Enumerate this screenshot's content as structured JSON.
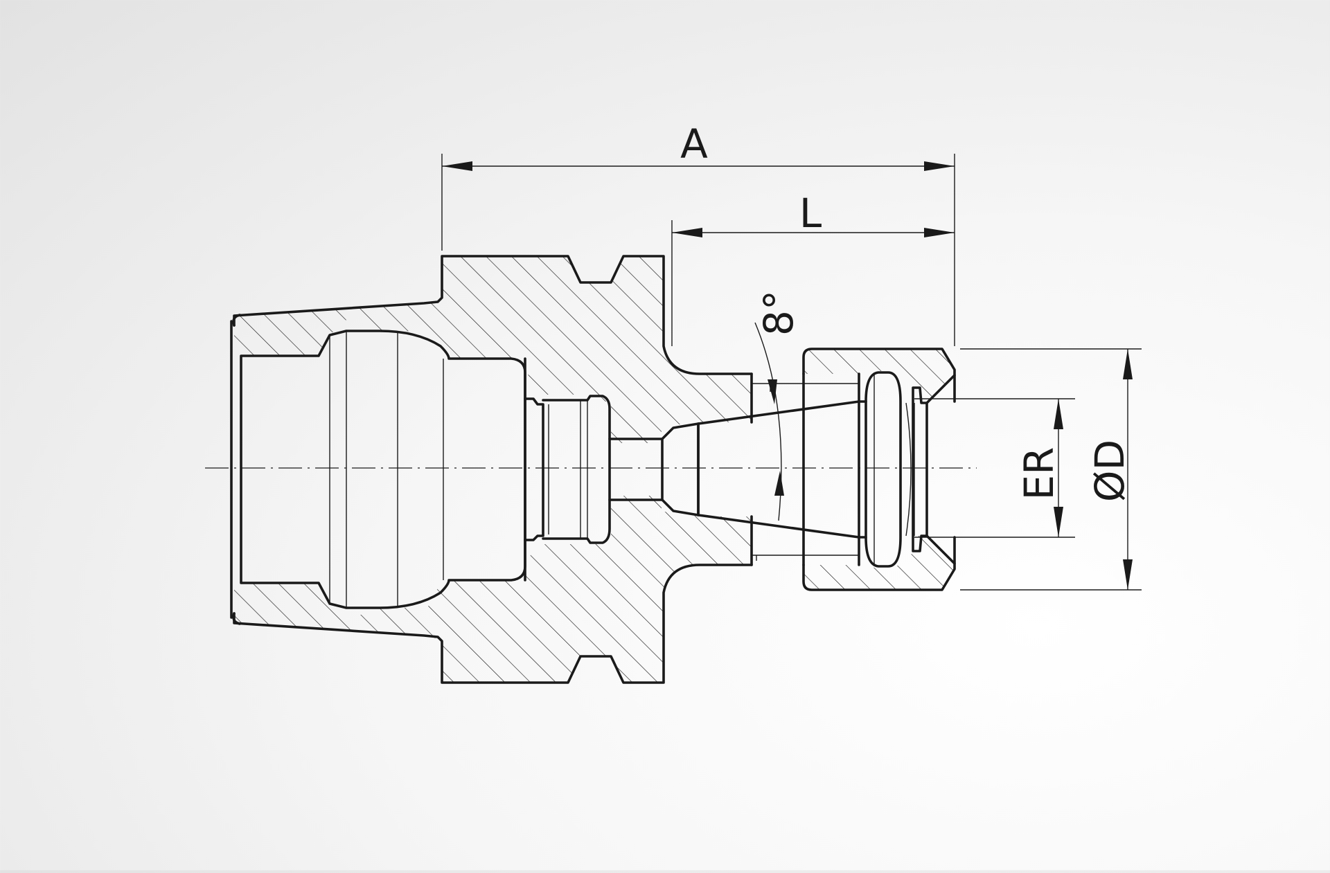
{
  "dimensions": {
    "overall_length_label": "A",
    "projection_length_label": "L",
    "collet_label": "ER",
    "nut_diameter_label": "ØD",
    "taper_angle_label": "8°"
  }
}
